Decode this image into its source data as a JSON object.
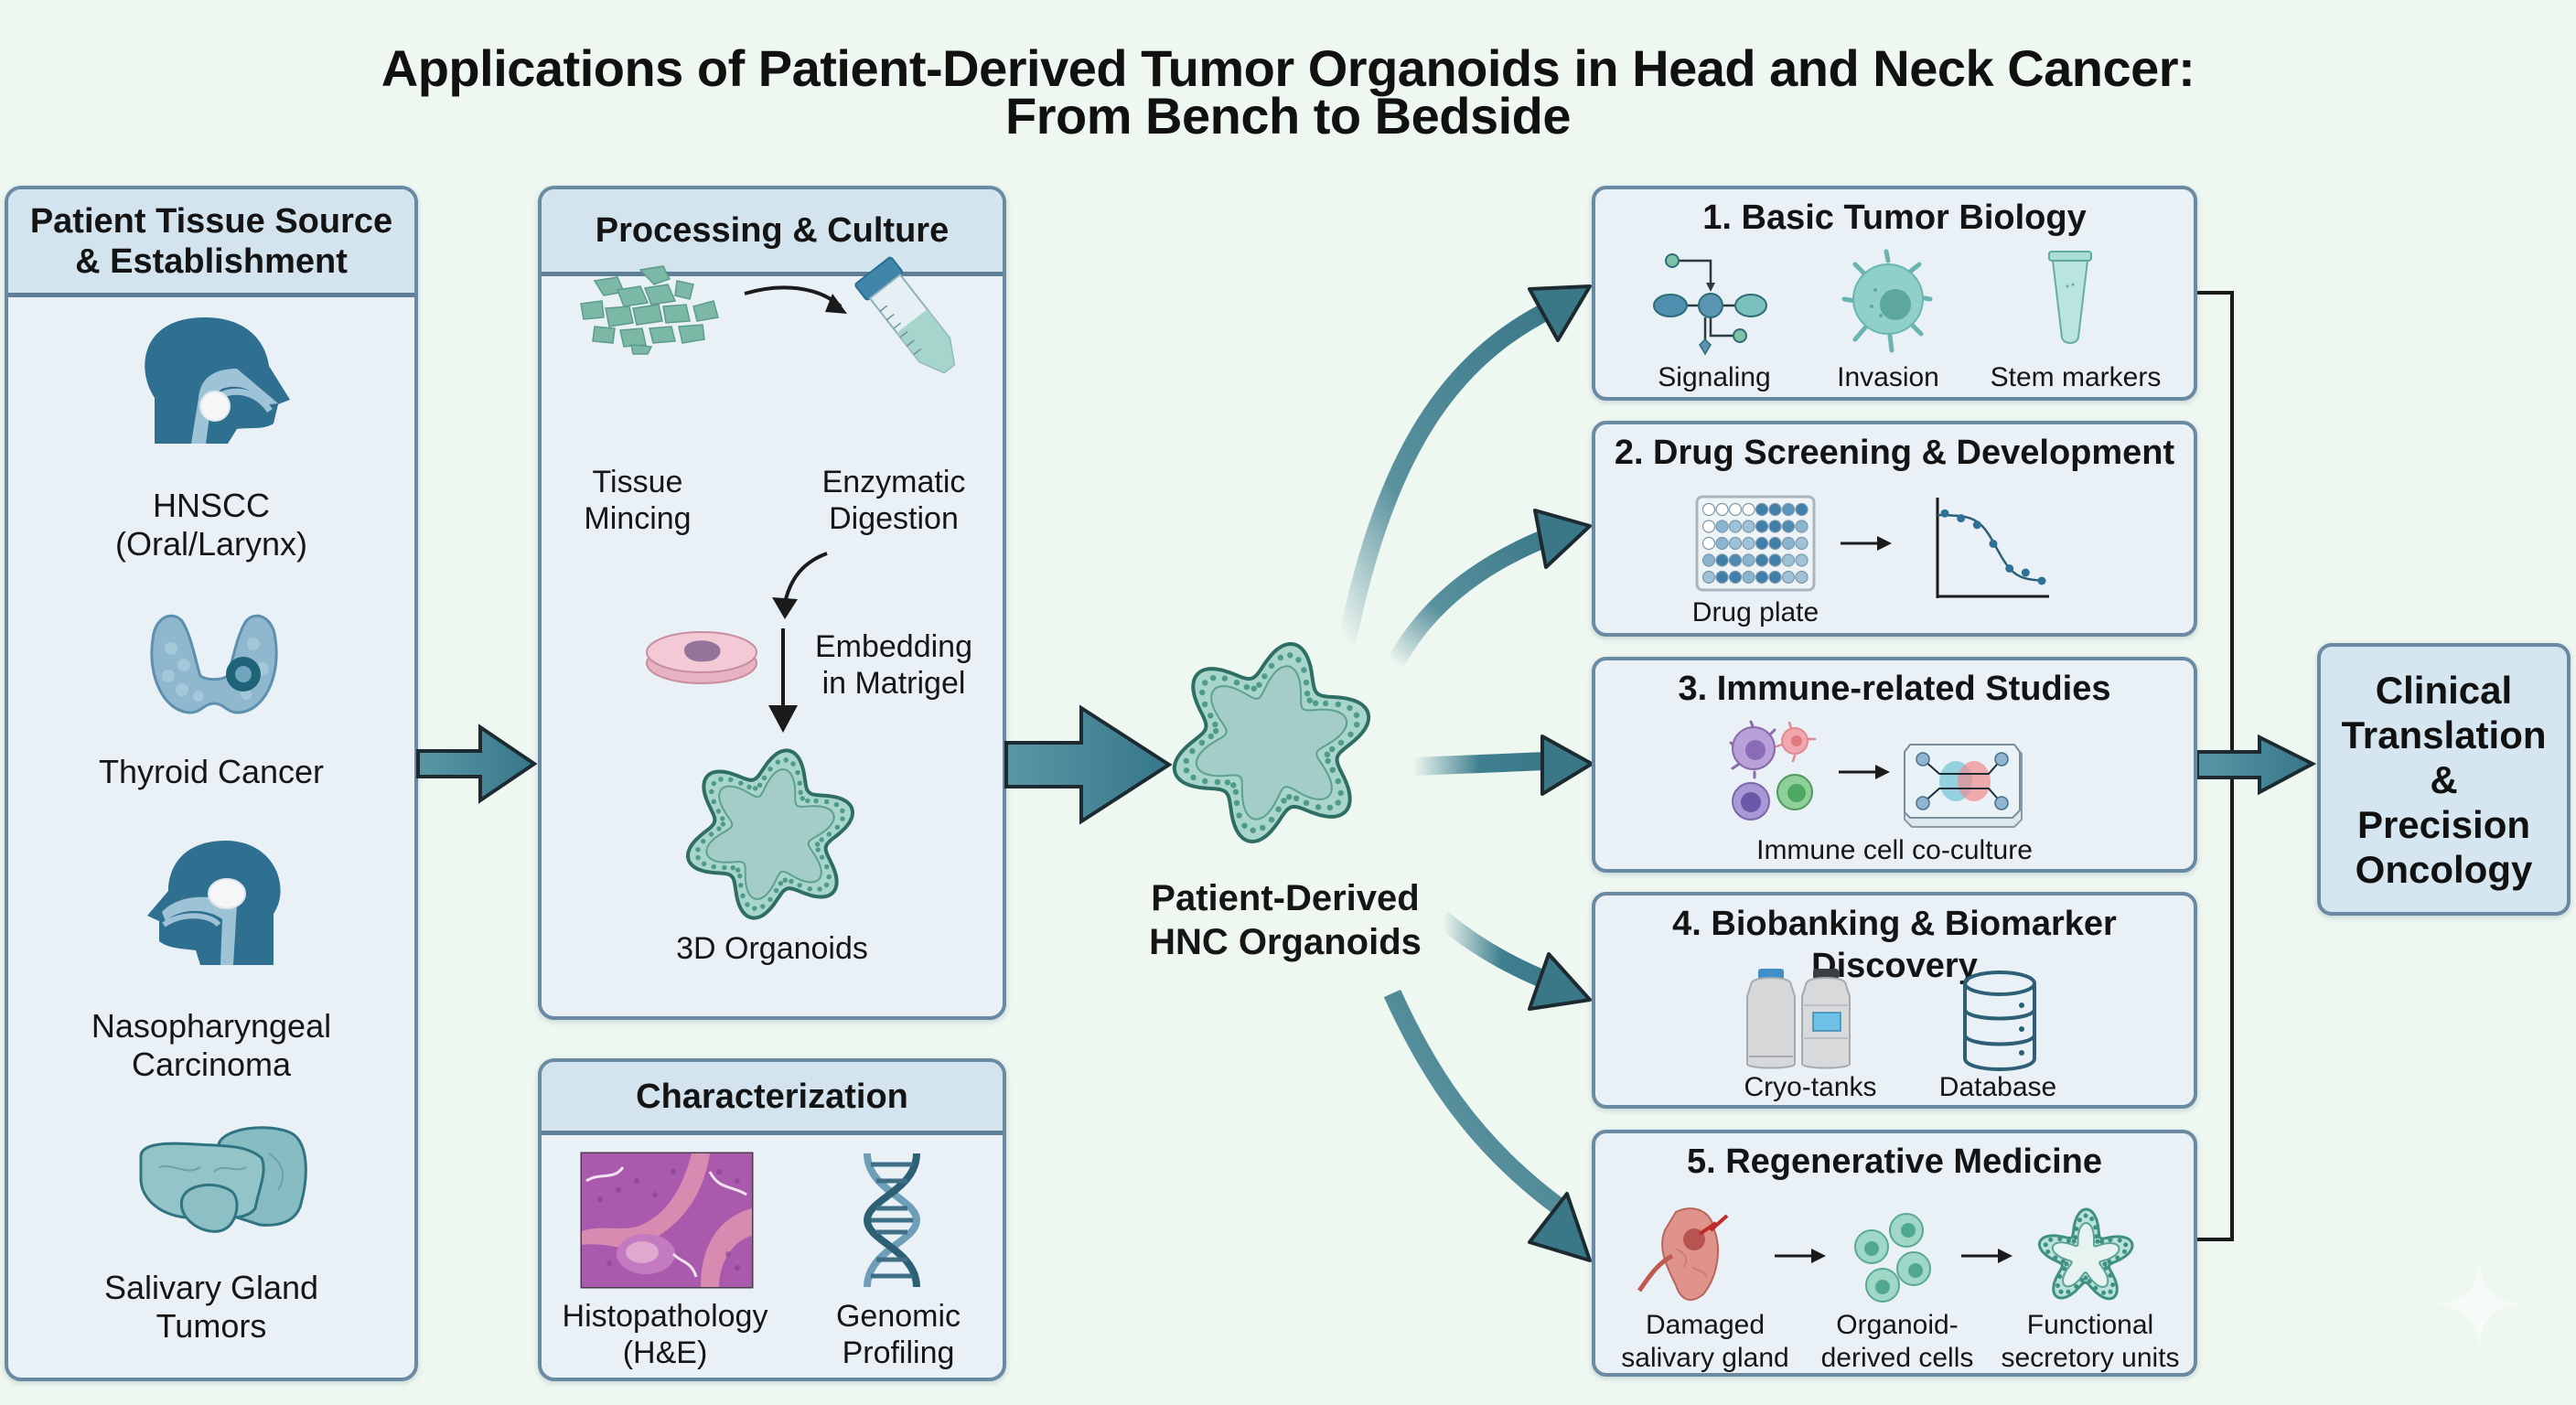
{
  "title": {
    "line1": "Applications of Patient-Derived Tumor Organoids in Head and Neck Cancer:",
    "line2": "From Bench to Bedside"
  },
  "colors": {
    "background": "#eef7f0",
    "panel_fill": "#e9f1f6",
    "panel_header": "#d3e4ef",
    "panel_border": "#6a8aa3",
    "arrow_teal": "#3f7f8f",
    "organoid_teal": "#9fcfc4",
    "organoid_outline": "#2f6e64",
    "head_blue": "#2f6f8f"
  },
  "tissue_panel": {
    "header": "Patient Tissue Source & Establishment",
    "header_lines": [
      "Patient Tissue Source",
      "& Establishment"
    ],
    "items": [
      {
        "icon": "head-oral-larynx-icon",
        "lines": [
          "HNSCC",
          "(Oral/Larynx)"
        ]
      },
      {
        "icon": "thyroid-icon",
        "lines": [
          "Thyroid Cancer"
        ]
      },
      {
        "icon": "head-nasopharynx-icon",
        "lines": [
          "Nasopharyngeal",
          "Carcinoma"
        ]
      },
      {
        "icon": "salivary-gland-icon",
        "lines": [
          "Salivary Gland",
          "Tumors"
        ]
      }
    ]
  },
  "processing_panel": {
    "header": "Processing & Culture",
    "steps": [
      {
        "icon": "tissue-fragments-icon",
        "lines": [
          "Tissue",
          "Mincing"
        ]
      },
      {
        "icon": "conical-tube-icon",
        "lines": [
          "Enzymatic",
          "Digestion"
        ]
      },
      {
        "icon": "petri-dish-icon",
        "lines": [
          "Embedding",
          "in Matrigel"
        ]
      },
      {
        "icon": "organoid-icon",
        "lines": [
          "3D Organoids"
        ]
      }
    ]
  },
  "characterization_panel": {
    "header": "Characterization",
    "items": [
      {
        "icon": "he-histology-image",
        "lines": [
          "Histopathology",
          "(H&E)"
        ]
      },
      {
        "icon": "dna-helix-icon",
        "lines": [
          "Genomic",
          "Profiling"
        ]
      }
    ]
  },
  "center": {
    "label_lines": [
      "Patient-Derived",
      "HNC Organoids"
    ]
  },
  "applications": [
    {
      "title": "1. Basic Tumor Biology",
      "items": [
        {
          "icon": "signaling-network-icon",
          "label": "Signaling"
        },
        {
          "icon": "invasive-cell-icon",
          "label": "Invasion"
        },
        {
          "icon": "microtube-icon",
          "label": "Stem markers"
        }
      ]
    },
    {
      "title": "2. Drug Screening & Development",
      "items": [
        {
          "icon": "well-plate-icon",
          "label": "Drug plate"
        },
        {
          "icon": "dose-response-curve-icon",
          "label": ""
        }
      ]
    },
    {
      "title": "3. Immune-related Studies",
      "items": [
        {
          "icon": "immune-cells-icon",
          "label": ""
        },
        {
          "icon": "microfluidic-chip-icon",
          "label": ""
        }
      ],
      "caption": "Immune cell co-culture"
    },
    {
      "title": "4. Biobanking & Biomarker Discovery",
      "items": [
        {
          "icon": "cryo-tanks-icon",
          "label": "Cryo-tanks"
        },
        {
          "icon": "database-icon",
          "label": "Database"
        }
      ]
    },
    {
      "title": "5. Regenerative Medicine",
      "items": [
        {
          "icon": "damaged-gland-icon",
          "lines": [
            "Damaged",
            "salivary gland"
          ]
        },
        {
          "icon": "stem-cells-icon",
          "lines": [
            "Organoid-",
            "derived cells"
          ]
        },
        {
          "icon": "secretory-unit-icon",
          "lines": [
            "Functional",
            "secretory units"
          ]
        }
      ]
    }
  ],
  "outcome": {
    "lines": [
      "Clinical",
      "Translation",
      "&",
      "Precision",
      "Oncology"
    ]
  },
  "chart_data": {
    "type": "scatter",
    "title": "",
    "xlabel": "",
    "ylabel": "",
    "note": "Unlabeled sigmoidal dose-response icon in Drug Screening box; relative values only",
    "x": [
      1,
      2,
      3,
      4,
      5,
      6,
      7
    ],
    "y": [
      0.92,
      0.86,
      0.78,
      0.55,
      0.25,
      0.2,
      0.1
    ]
  }
}
